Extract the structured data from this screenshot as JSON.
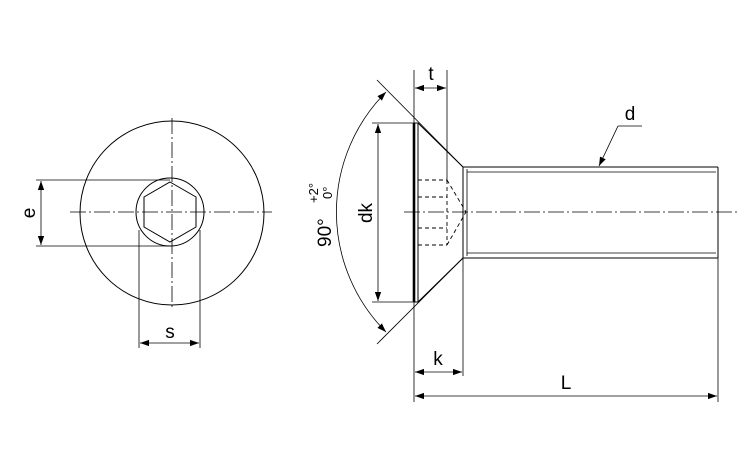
{
  "drawing": {
    "labels": {
      "e": "e",
      "s": "s",
      "t": "t",
      "d": "d",
      "dk": "dk",
      "k": "k",
      "L": "L",
      "angle": "90°",
      "tol_upper": "+2°",
      "tol_lower": "0°"
    }
  }
}
